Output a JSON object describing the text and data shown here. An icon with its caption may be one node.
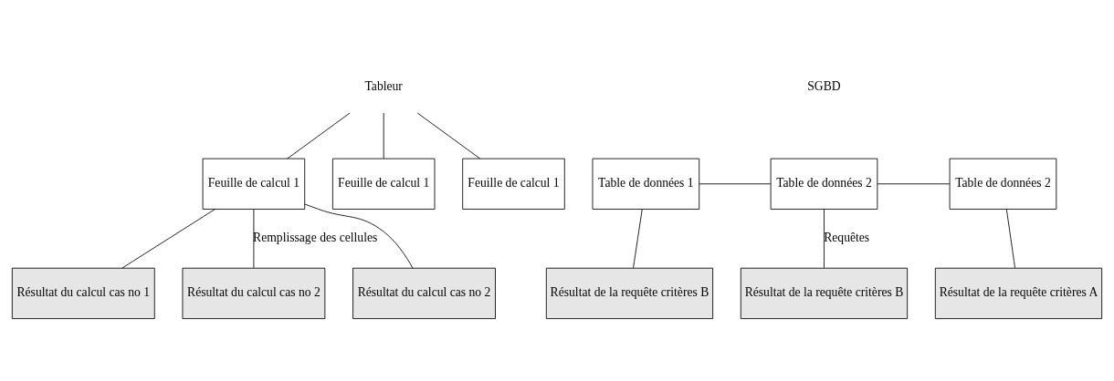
{
  "diagram": {
    "nodes": [
      {
        "text": [
          "Tableur"
        ]
      },
      {
        "text": [
          "Feuille de calcul 1"
        ]
      },
      {
        "text": [
          "Feuille de calcul 1"
        ]
      },
      {
        "text": [
          "Feuille de calcul 1"
        ]
      },
      {
        "text": [
          "Résultat du calcul cas no 1"
        ]
      },
      {
        "text": [
          "Résultat du calcul cas no 2"
        ]
      },
      {
        "text": [
          "Résultat du calcul cas no 2"
        ]
      },
      {
        "text": [
          "Table de données 1"
        ]
      },
      {
        "text": [
          "Table de données 2"
        ]
      },
      {
        "text": [
          "Table de données 2"
        ]
      },
      {
        "text": [
          "Résultat de la requête critères A"
        ]
      },
      {
        "text": [
          "Résultat de la requête critères B"
        ]
      },
      {
        "text": [
          "Résultat de la requête critères B"
        ]
      }
    ],
    "edges": [
      {
        "from": 0,
        "to": 1,
        "arrow": "none"
      },
      {
        "from": 0,
        "to": 2,
        "arrow": "none"
      },
      {
        "from": 0,
        "to": 3,
        "arrow": "none"
      },
      {
        "from": 1,
        "to": 4,
        "arrow": "none"
      },
      {
        "from": 1,
        "to": 5,
        "arrow": "none",
        "label": "Remplissage des cellules"
      },
      {
        "from": 1,
        "to": 6,
        "arrow": "none"
      },
      {
        "from": 7,
        "to": 8,
        "arrow": "none"
      },
      {
        "from": 8,
        "to": 9,
        "arrow": "none"
      },
      {
        "from": 7,
        "to": 12,
        "arrow": "none"
      },
      {
        "from": 8,
        "to": 11,
        "arrow": "none",
        "label": "Requêtes"
      },
      {
        "from": 9,
        "to": 10,
        "arrow": "none"
      }
    ],
    "labels": [
      "SGBD"
    ]
  }
}
